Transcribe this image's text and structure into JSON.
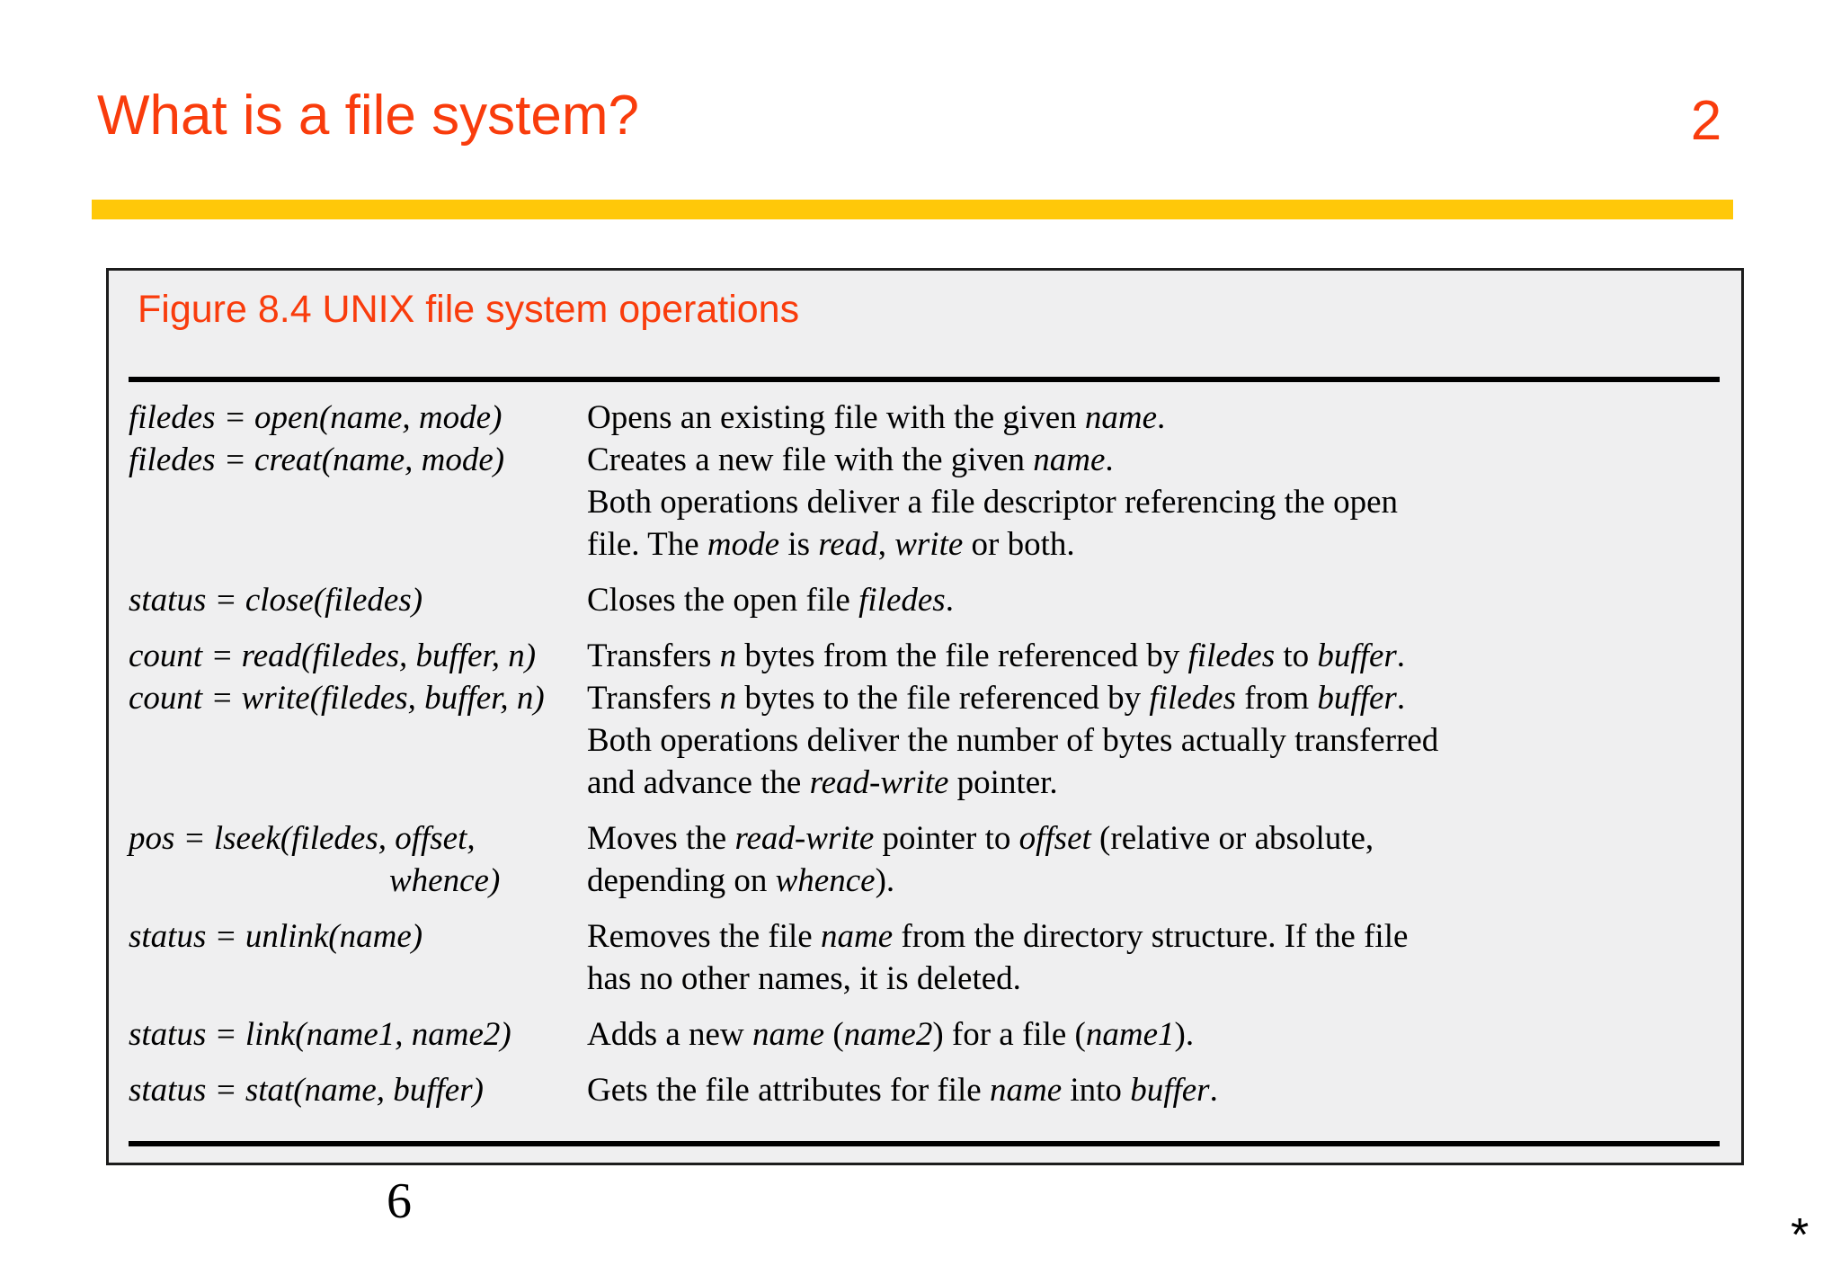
{
  "slide": {
    "title": "What is a file system?",
    "number": "2",
    "accent_color": "#f93c0c",
    "rule_color": "#ffc809",
    "footer_page": "6",
    "footer_mark": "*"
  },
  "figure": {
    "caption": "Figure 8.4 UNIX file system operations",
    "background_color": "#efeff0",
    "border_color": "#1c1c1c",
    "rows": [
      {
        "signature_lines": [
          "filedes = open(name, mode)",
          "filedes = creat(name, mode)"
        ],
        "signature_indent": [
          false,
          false
        ],
        "description_lines": [
          "Opens an existing file with the given name.",
          "Creates a new file with the given name.",
          "Both operations deliver a file descriptor referencing the open",
          "file. The mode is read, write or both."
        ]
      },
      {
        "signature_lines": [
          "status = close(filedes)"
        ],
        "signature_indent": [
          false
        ],
        "description_lines": [
          "Closes the open file filedes."
        ]
      },
      {
        "signature_lines": [
          "count = read(filedes, buffer, n)",
          "count = write(filedes, buffer, n)"
        ],
        "signature_indent": [
          false,
          false
        ],
        "description_lines": [
          "Transfers n bytes from the file referenced by filedes to buffer.",
          "Transfers n bytes to the file referenced by filedes from buffer.",
          "Both operations deliver the number of bytes actually transferred",
          "and advance the read-write pointer."
        ]
      },
      {
        "signature_lines": [
          "pos = lseek(filedes, offset,",
          "whence)"
        ],
        "signature_indent": [
          false,
          true
        ],
        "description_lines": [
          "Moves the read-write pointer to offset (relative or absolute,",
          "depending on whence)."
        ]
      },
      {
        "signature_lines": [
          "status = unlink(name)"
        ],
        "signature_indent": [
          false
        ],
        "description_lines": [
          "Removes the file name from the directory structure. If the file",
          "has no other names, it is deleted."
        ]
      },
      {
        "signature_lines": [
          "status = link(name1, name2)"
        ],
        "signature_indent": [
          false
        ],
        "description_lines": [
          "Adds a new name (name2) for a file (name1)."
        ]
      },
      {
        "signature_lines": [
          "status = stat(name, buffer)"
        ],
        "signature_indent": [
          false
        ],
        "description_lines": [
          "Gets the file attributes for file name into buffer."
        ]
      }
    ],
    "italic_terms": [
      "filedes",
      "name1",
      "name2",
      "name",
      "mode",
      "read",
      "write",
      "buffer",
      "whence",
      "offset",
      "n"
    ]
  }
}
